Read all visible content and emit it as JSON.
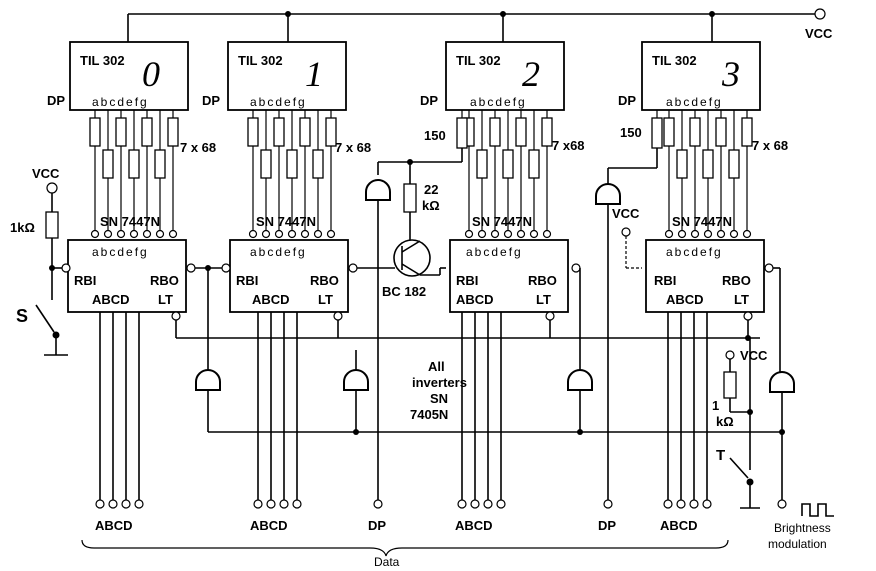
{
  "supply": {
    "vcc": "VCC"
  },
  "displays": [
    {
      "part": "TIL 302",
      "digit": "0",
      "dp": "DP",
      "segs": "abcdefg",
      "res": "7 x 68"
    },
    {
      "part": "TIL 302",
      "digit": "1",
      "dp": "DP",
      "segs": "abcdefg",
      "res": "7 x 68"
    },
    {
      "part": "TIL 302",
      "digit": "2",
      "dp": "DP",
      "segs": "abcdefg",
      "res": "7 x68",
      "dp_res": "150"
    },
    {
      "part": "TIL 302",
      "digit": "3",
      "dp": "DP",
      "segs": "abcdefg",
      "res": "7 x 68",
      "dp_res": "150"
    }
  ],
  "decoders": {
    "part": "SN 7447N",
    "pins": "abcdefg",
    "rbi": "RBI",
    "rbo": "RBO",
    "inputs": "ABCD",
    "lt": "LT"
  },
  "left_circuit": {
    "vcc": "VCC",
    "resistor": "1kΩ",
    "switch": "S"
  },
  "transistor": {
    "res_value": "22",
    "res_unit": "kΩ",
    "part": "BC 182"
  },
  "note": {
    "line1": "All",
    "line2": "inverters",
    "line3": "SN",
    "line4": "7405N"
  },
  "right_circuit": {
    "vcc": "VCC",
    "resistor": "1",
    "resistor_unit": "kΩ",
    "switch": "T"
  },
  "bottom": {
    "inputs": [
      "ABCD",
      "ABCD",
      "DP",
      "ABCD",
      "DP",
      "ABCD"
    ],
    "brightness1": "Brightness",
    "brightness2": "modulation",
    "data": "Data"
  }
}
